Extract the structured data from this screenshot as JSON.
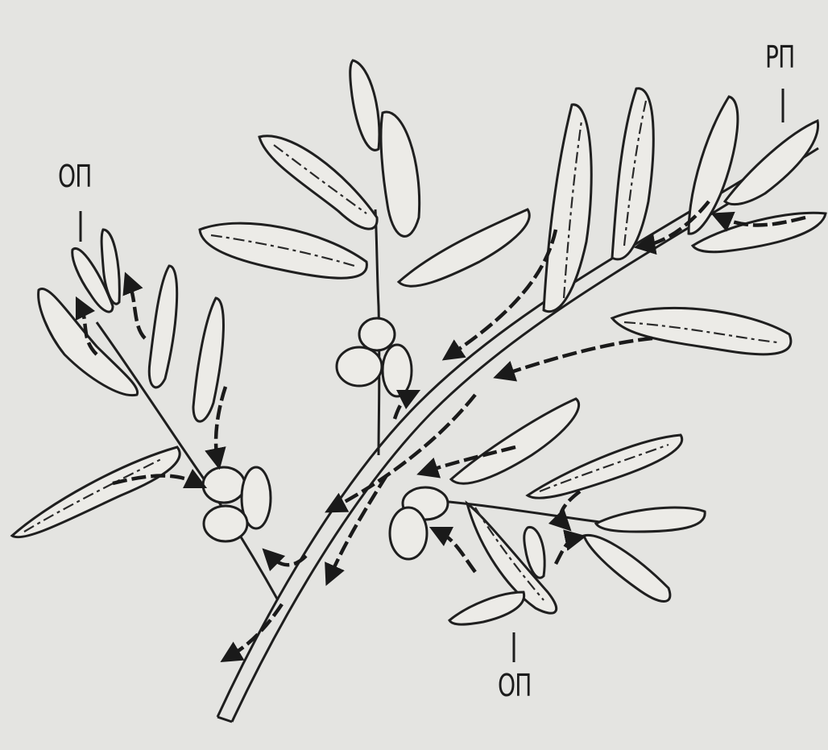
{
  "labels": {
    "left_top": "ОП",
    "right_top": "РП",
    "bottom": "ОП"
  }
}
